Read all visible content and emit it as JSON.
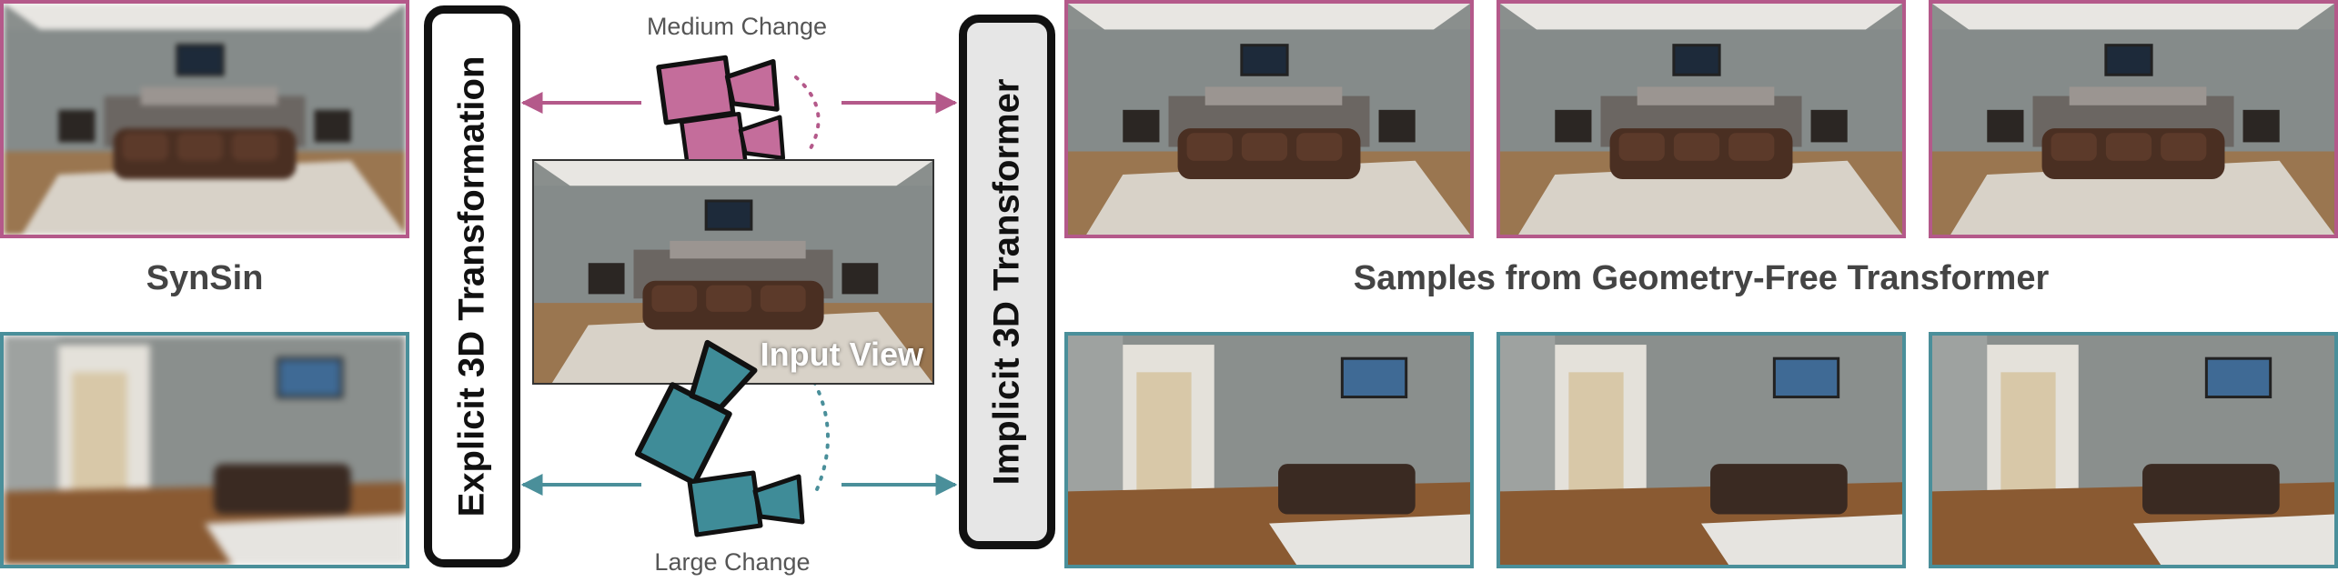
{
  "labels": {
    "medium_change": "Medium Change",
    "large_change": "Large Change",
    "synsin": "SynSin",
    "samples": "Samples from Geometry-Free Transformer",
    "explicit": "Explicit 3D Transformation",
    "implicit": "Implicit 3D Transformer",
    "input_view": "Input View"
  },
  "colors": {
    "medium": "#b4598a",
    "large": "#4a8f9a",
    "camera_medium": "#c46d9b",
    "camera_large": "#3f8c98"
  },
  "icons": {
    "camera_medium": "video-camera-icon",
    "camera_large": "video-camera-icon"
  }
}
